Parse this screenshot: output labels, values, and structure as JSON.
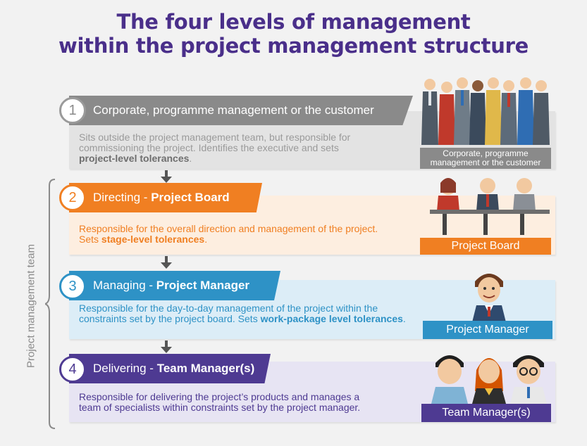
{
  "title": {
    "line1": "The four levels of management",
    "line2": "within the project management structure"
  },
  "side_label": "Project management team",
  "levels": [
    {
      "number": "1",
      "heading": "Corporate, programme management or the customer",
      "heading_bold": "",
      "desc_1": "Sits outside the project management team, but responsible for",
      "desc_2": "commissioning the project. Identifies the executive and sets",
      "desc_bold": "project-level tolerances",
      "desc_end": ".",
      "caption": "Corporate, programme management or the customer",
      "color": "#8a8a8a",
      "bg": "#e3e3e3"
    },
    {
      "number": "2",
      "heading": "Directing - ",
      "heading_bold": "Project Board",
      "desc_1": "Responsible for the overall direction and management of the project.",
      "desc_2": "Sets ",
      "desc_bold": "stage-level tolerances",
      "desc_end": ".",
      "caption": "Project Board",
      "color": "#f07f22",
      "bg": "#fdeee0"
    },
    {
      "number": "3",
      "heading": "Managing - ",
      "heading_bold": "Project Manager",
      "desc_1": "Responsible for the day-to-day management of the project within the",
      "desc_2": "constraints set by the project board. Sets ",
      "desc_bold": "work-package level tolerances",
      "desc_end": ".",
      "caption": "Project Manager",
      "color": "#2e92c6",
      "bg": "#dcedf7"
    },
    {
      "number": "4",
      "heading": "Delivering - ",
      "heading_bold": "Team Manager(s)",
      "desc_1": "Responsible for delivering the project’s products and manages a",
      "desc_2": "team of specialists within constraints set by the project manager.",
      "desc_bold": "",
      "desc_end": "",
      "caption": "Team Manager(s)",
      "color": "#4e3a92",
      "bg": "#e7e4f3"
    }
  ]
}
